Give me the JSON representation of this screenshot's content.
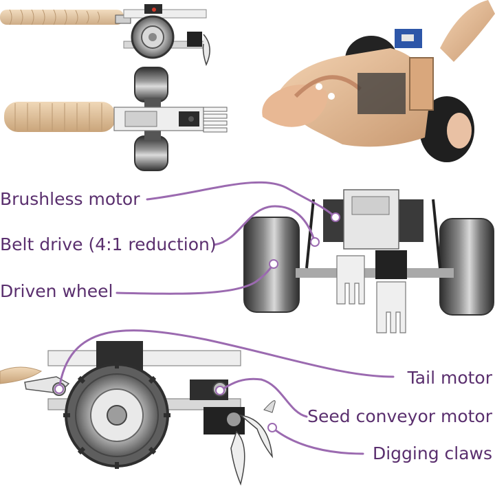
{
  "labels": {
    "brushless_motor": "Brushless motor",
    "belt_drive": "Belt drive (4:1 reduction)",
    "driven_wheel": "Driven wheel",
    "tail_motor": "Tail motor",
    "seed_conveyor_motor": "Seed conveyor motor",
    "digging_claws": "Digging claws"
  },
  "colors": {
    "callout": "#9b6ab0",
    "label_text": "#5a2f6e",
    "tail_wood": "#e3c7a2",
    "tail_wood_dark": "#b99770",
    "tire": "#5e5e5e",
    "tire_dark": "#2e2e2e",
    "frame_light": "#e6e6e6",
    "frame_mid": "#a9a9a9",
    "frame_dark": "#3a3a3a",
    "motor_black": "#222222",
    "accent_red": "#d23a2a",
    "photo_wood": "#e8c3a0",
    "photo_board": "#2d56a8"
  }
}
